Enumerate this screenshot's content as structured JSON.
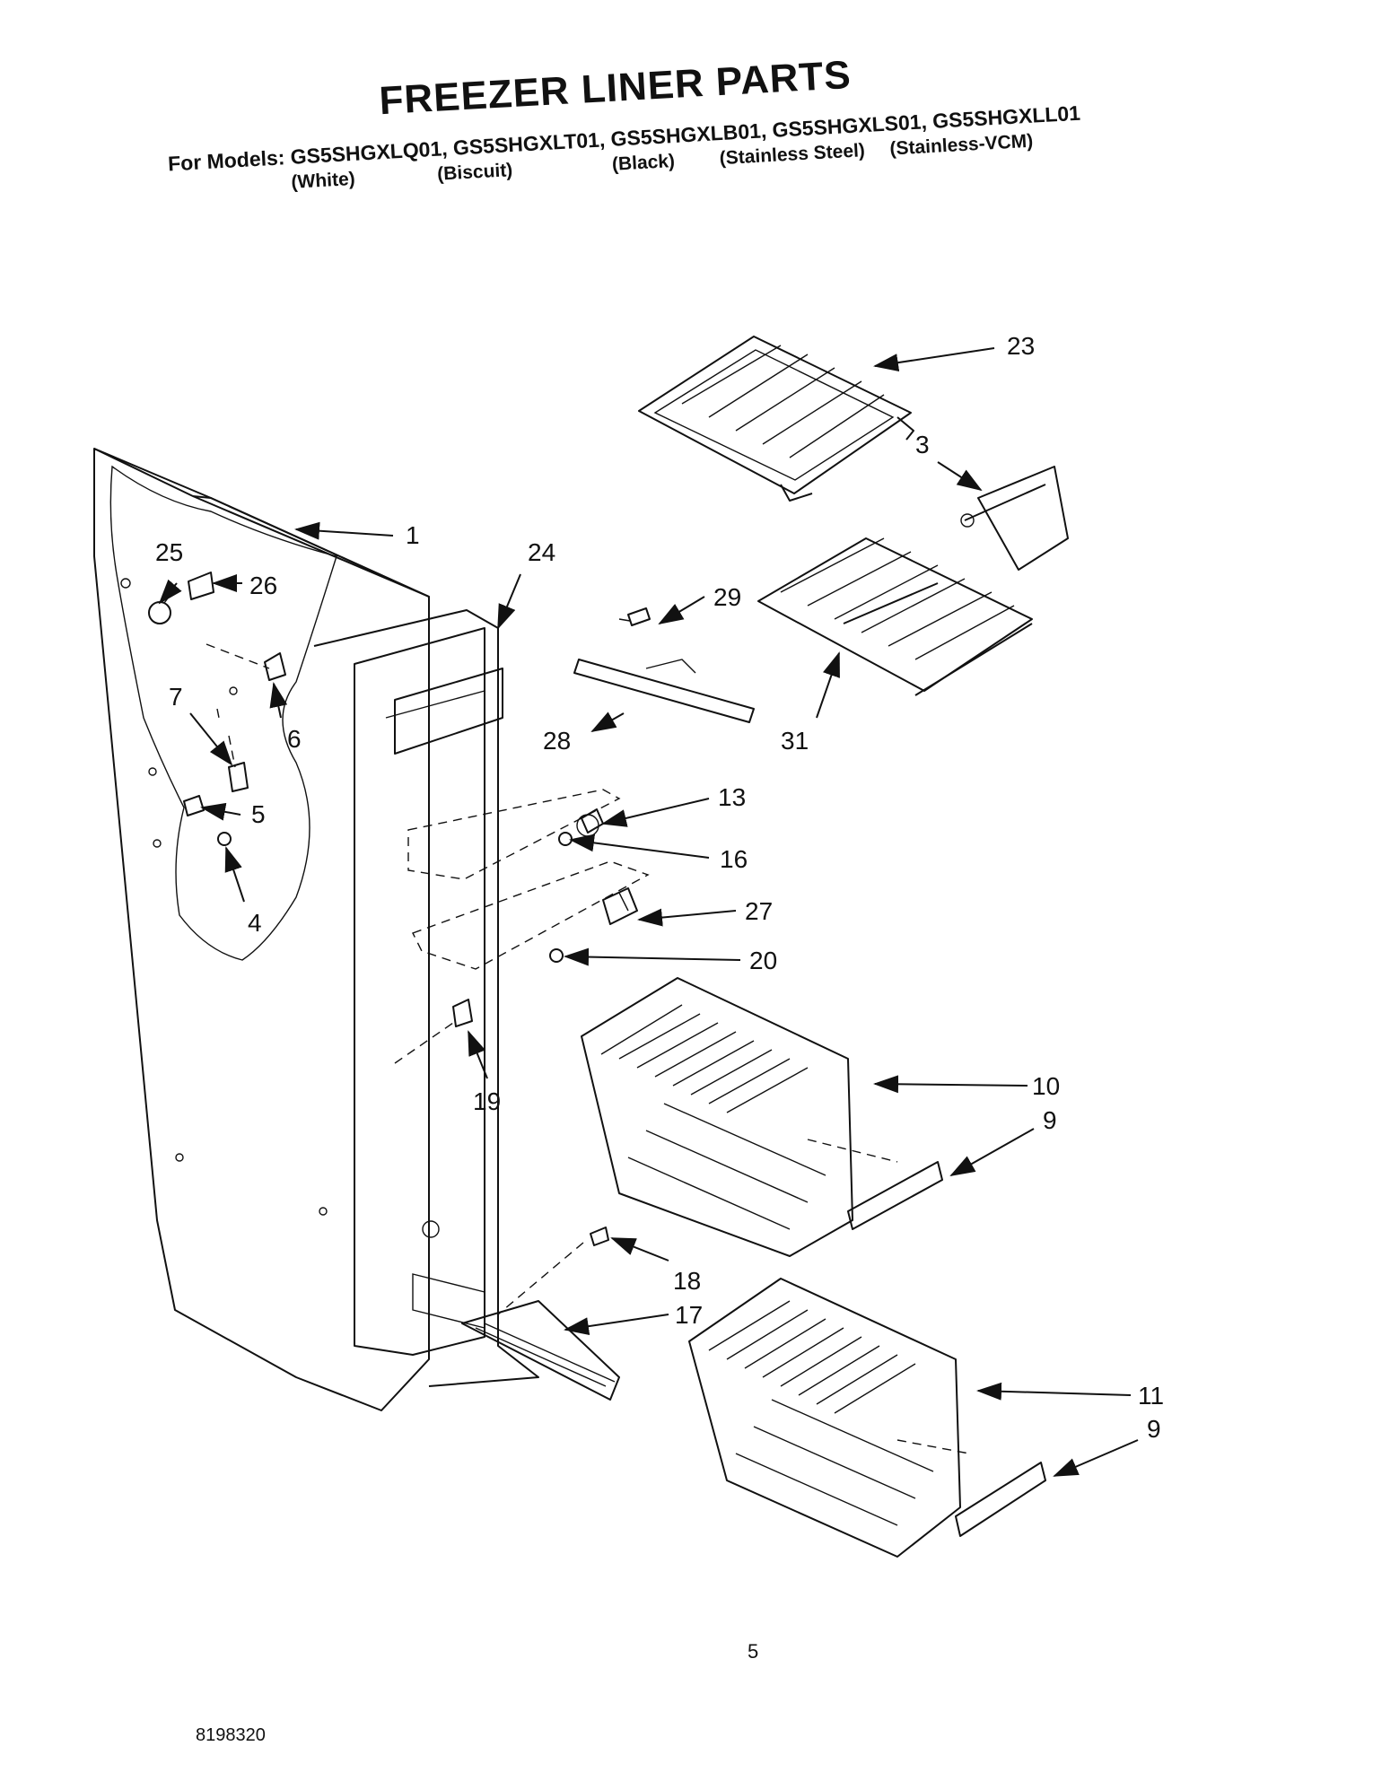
{
  "title": "FREEZER LINER PARTS",
  "models_line": "For Models: GS5SHGXLQ01, GS5SHGXLT01, GS5SHGXLB01, GS5SHGXLS01, GS5SHGXLL01",
  "finishes": [
    "(White)",
    "(Biscuit)",
    "(Black)",
    "(Stainless Steel)",
    "(Stainless-VCM)"
  ],
  "callouts": {
    "c1": "1",
    "c3": "3",
    "c4": "4",
    "c5": "5",
    "c6": "6",
    "c7": "7",
    "c9a": "9",
    "c9b": "9",
    "c10": "10",
    "c11": "11",
    "c13": "13",
    "c16": "16",
    "c17": "17",
    "c18": "18",
    "c19": "19",
    "c20": "20",
    "c23": "23",
    "c24": "24",
    "c25": "25",
    "c26": "26",
    "c27": "27",
    "c28": "28",
    "c29": "29",
    "c31": "31"
  },
  "page_number": "5",
  "document_number": "8198320"
}
